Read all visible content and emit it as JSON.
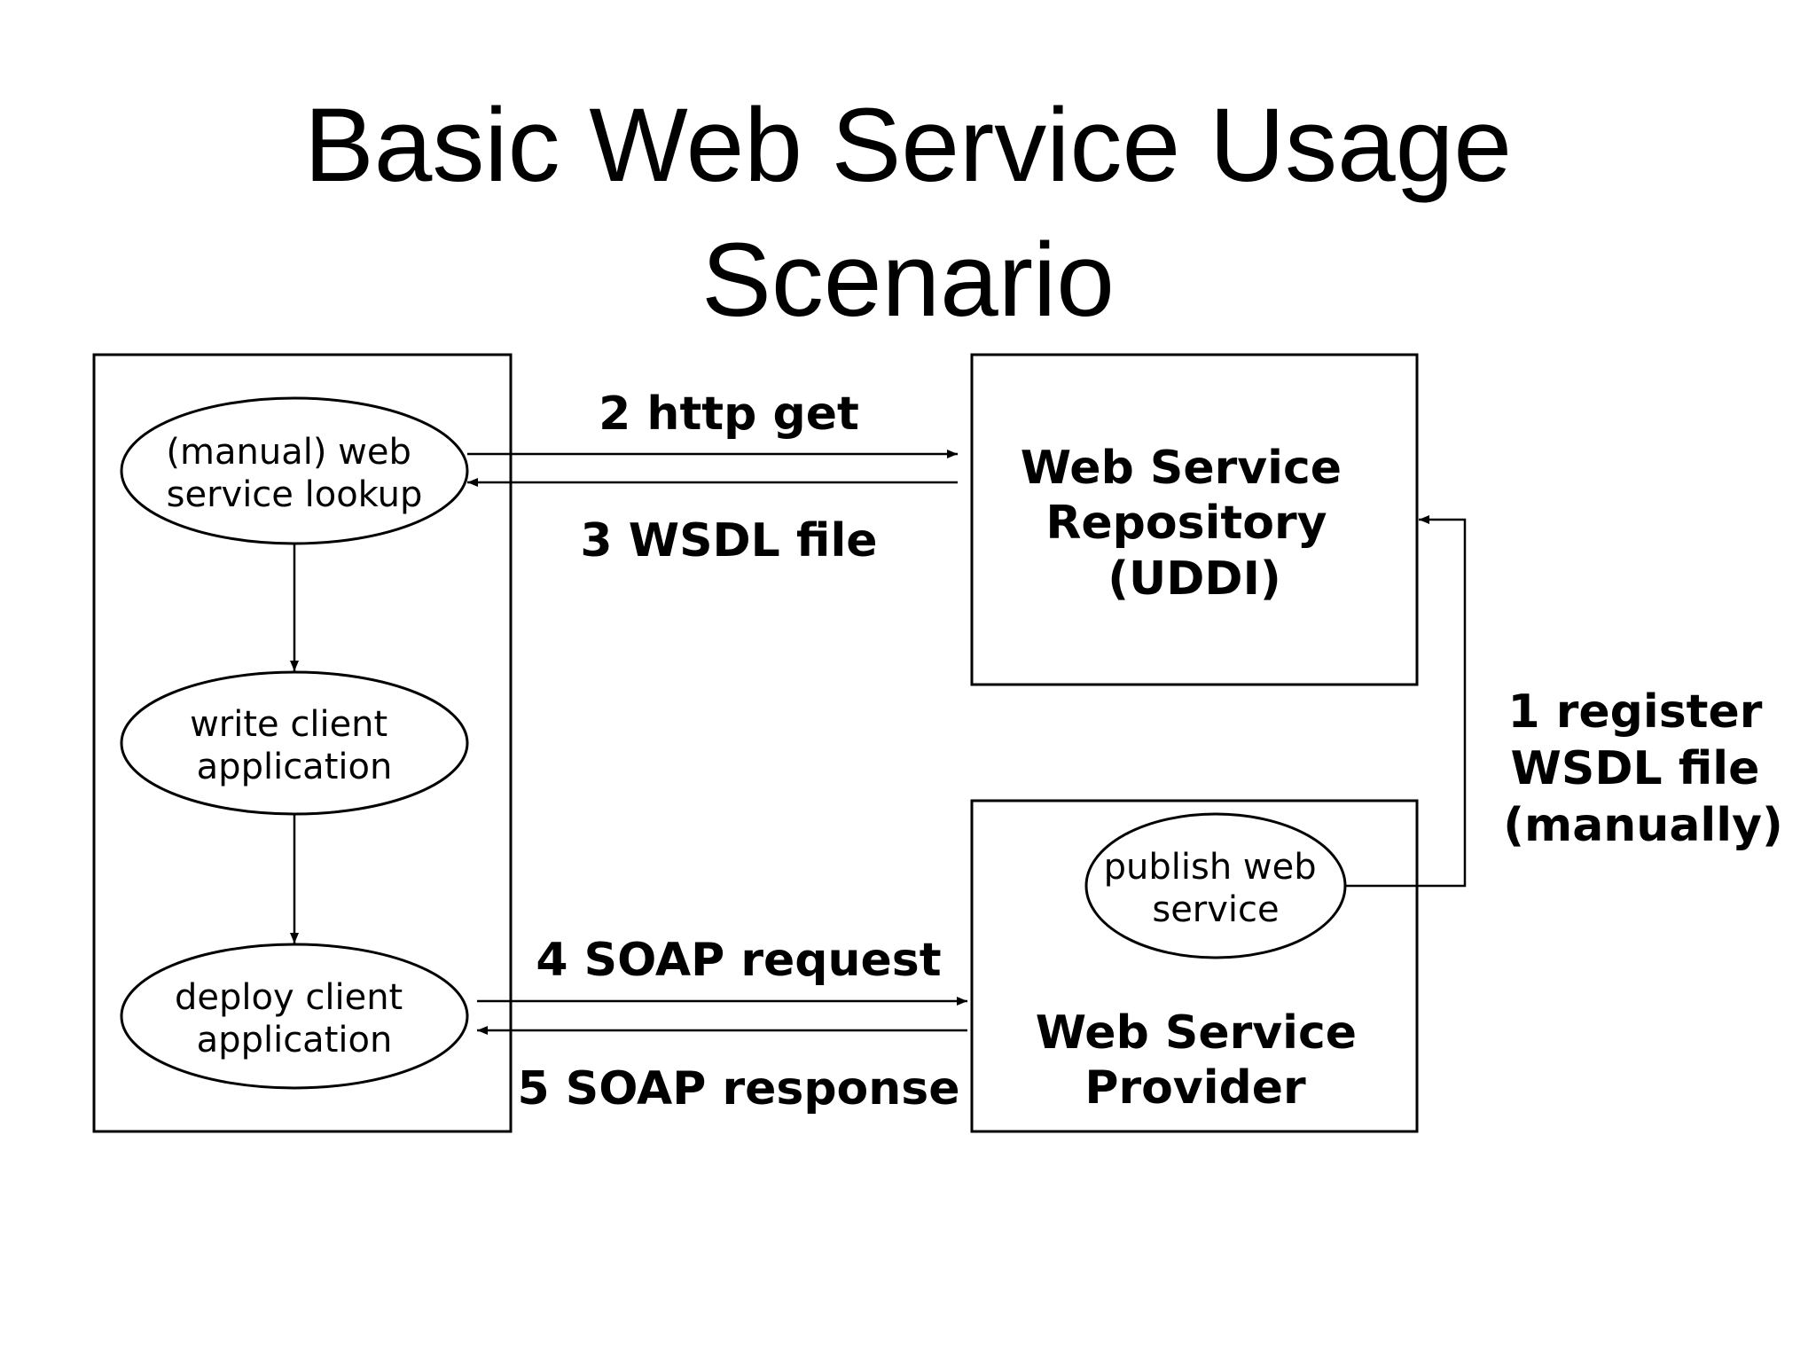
{
  "title": {
    "line1": "Basic Web Service Usage",
    "line2": "Scenario"
  },
  "client": {
    "lookup": [
      "(manual) web",
      "service lookup"
    ],
    "write": [
      "write client",
      "application"
    ],
    "deploy": [
      "deploy client",
      "application"
    ]
  },
  "repository": {
    "lines": [
      "Web Service",
      "Repository",
      "(UDDI)"
    ]
  },
  "provider": {
    "publish": [
      "publish web",
      "service"
    ],
    "lines": [
      "Web Service",
      "Provider"
    ]
  },
  "edges": {
    "http_get": "2 http get",
    "wsdl_file": "3 WSDL file",
    "soap_request": "4 SOAP request",
    "soap_response": "5 SOAP response",
    "register": [
      "1 register",
      "WSDL file",
      "(manually)"
    ]
  }
}
